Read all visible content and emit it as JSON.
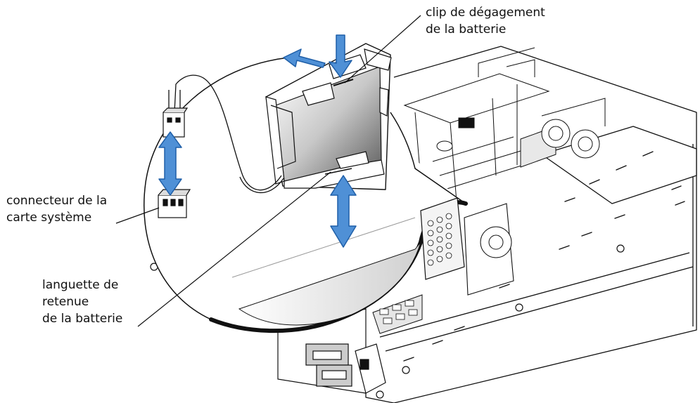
{
  "labels": {
    "release_clip": [
      "clip de dégagement",
      "de la batterie"
    ],
    "connector": [
      "connecteur de la",
      "carte système"
    ],
    "retention_tab": [
      "languette de",
      "retenue",
      "de la batterie"
    ]
  },
  "colors": {
    "arrow_blue": "#1f5fa8",
    "arrow_light": "#4f90d6",
    "line": "#111111",
    "chassis_fill": "#ffffff",
    "panel_shade": "#d9d9d9"
  }
}
